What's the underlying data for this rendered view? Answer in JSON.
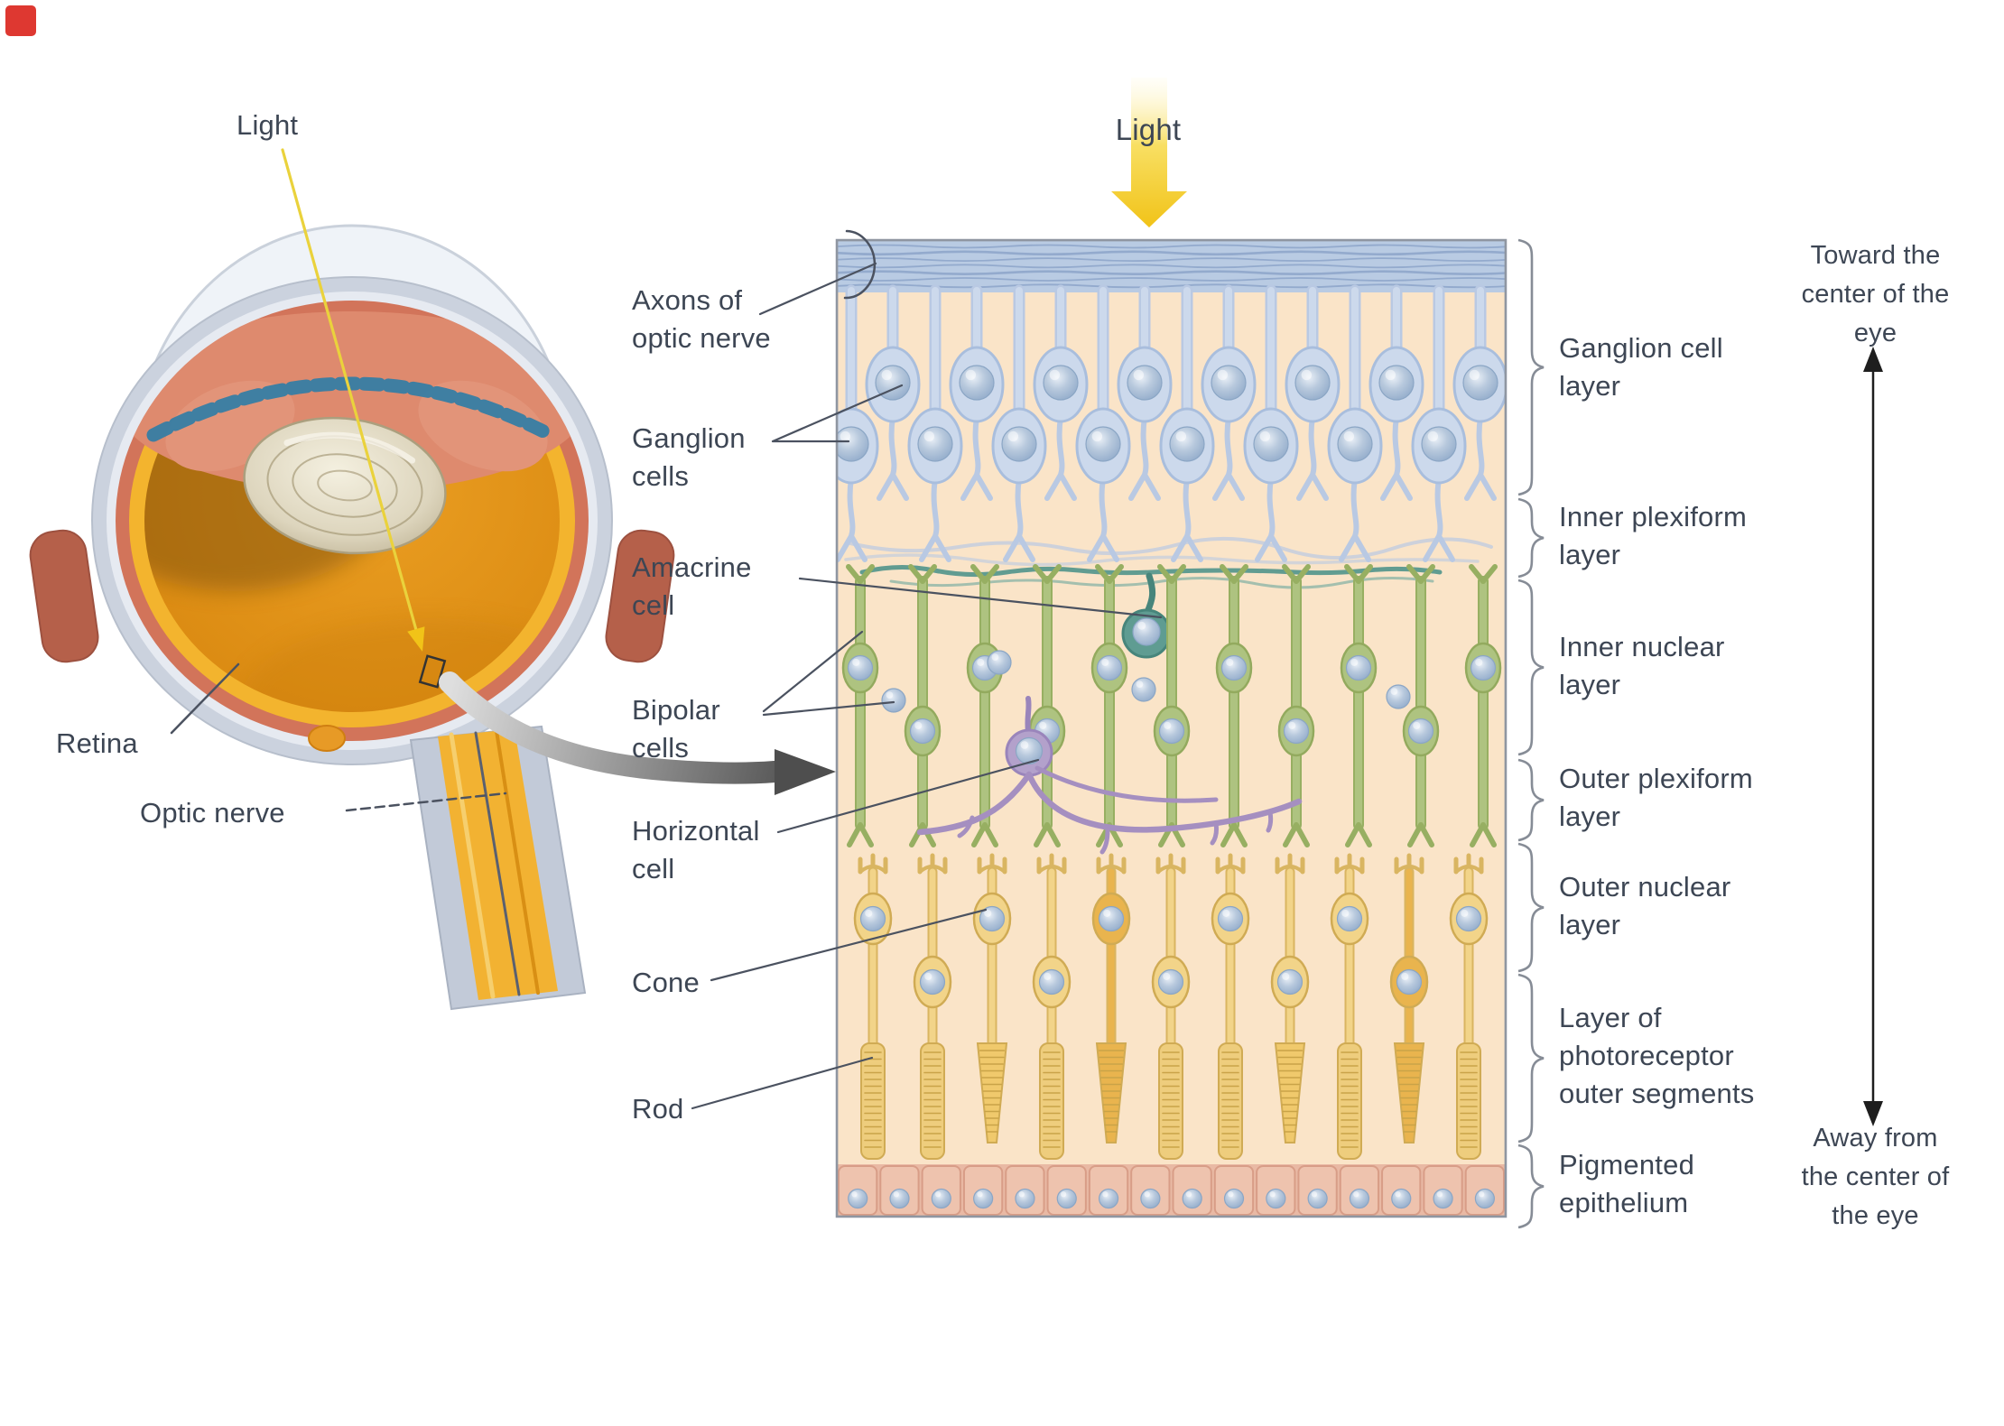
{
  "eye_section": {
    "light_label": "Light",
    "retina_label": "Retina",
    "optic_nerve_label": "Optic nerve"
  },
  "retina_section": {
    "light_label": "Light",
    "cell_labels": {
      "axons": "Axons of optic nerve",
      "ganglion": "Ganglion cells",
      "amacrine": "Amacrine cell",
      "bipolar": "Bipolar cells",
      "horizontal": "Horizontal cell",
      "cone": "Cone",
      "rod": "Rod"
    },
    "layer_labels": [
      "Ganglion cell layer",
      "Inner plexiform layer",
      "Inner nuclear layer",
      "Outer plexiform layer",
      "Outer nuclear layer",
      "Layer of photoreceptor outer segments",
      "Pigmented epithelium"
    ],
    "orientation": {
      "toward": "Toward the center of the eye",
      "away": "Away from the center of the eye"
    }
  },
  "colors": {
    "text": "#3d4654",
    "panel_bg_peach": "#fae4c8",
    "axon_band_blue": "#b9cbe3",
    "axon_line_blue": "#93aacd",
    "ganglion_cell_blue": "#ccd9ec",
    "ganglion_outline": "#a9bedd",
    "ganglion_stalk": "#b9c9e3",
    "nucleus_blue_gray": "#8fa9c9",
    "bipolar_green": "#aec380",
    "bipolar_outline": "#97af62",
    "amacrine_teal": "#5f9c92",
    "amacrine_outline": "#47857b",
    "plexiform_teal": "#58988e",
    "horizontal_purple": "#b3a1cb",
    "horizontal_outline": "#9a85bb",
    "photoreceptor_yellow": "#f2d489",
    "photoreceptor_outline": "#d9b561",
    "photoreceptor_dark": "#d0ab54",
    "cone_orange": "#e9b44e",
    "epithelium_pink": "#eec3ae",
    "epithelium_outline": "#d89d87",
    "light_gold": "#f1c318",
    "leader": "#4b5260",
    "brace": "#868c96",
    "sclera_gray": "#cbd2de",
    "choroid_red": "#d2745a",
    "retina_ring_yellow": "#f3b42e",
    "vitreous_orange": "#e6981e",
    "ciliary_blue": "#2d7ca6",
    "muscle_red": "#b5604a",
    "nerve_core_yellow": "#f2b232"
  }
}
